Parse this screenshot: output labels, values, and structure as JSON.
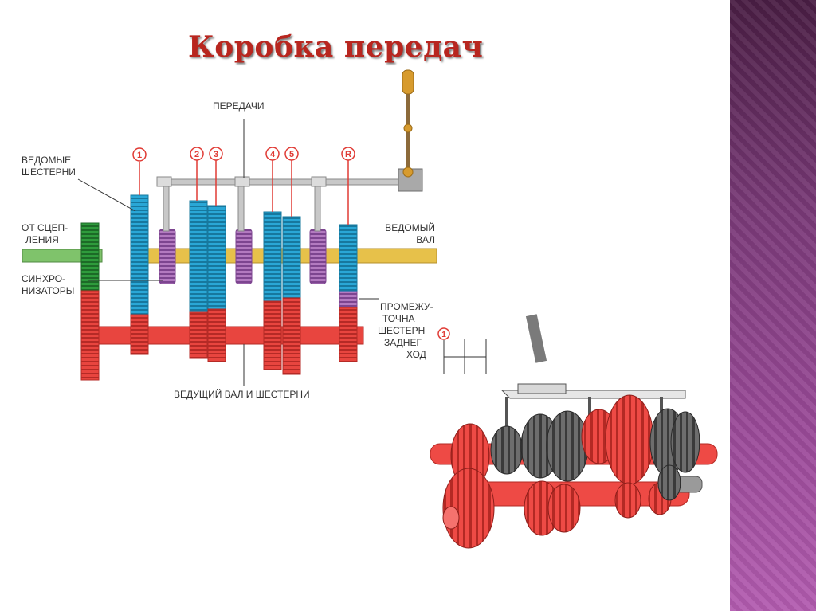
{
  "title": "Коробка передач",
  "labels": {
    "gears": "ПЕРЕДАЧИ",
    "driven_gears_1": "ВЕДОМЫЕ",
    "driven_gears_2": "ШЕСТЕРНИ",
    "from_clutch_1": "ОТ СЦЕП-",
    "from_clutch_2": "ЛЕНИЯ",
    "synchro_1": "СИНХРО-",
    "synchro_2": "НИЗАТОРЫ",
    "driven_shaft_1": "ВЕДОМЫЙ",
    "driven_shaft_2": "ВАЛ",
    "idler_1": "ПРОМЕЖУ-",
    "idler_2": "ТОЧНА",
    "idler_3": "ШЕСТЕРН",
    "idler_4": "ЗАДНЕГ",
    "idler_5": "ХОД",
    "drive_shaft": "ВЕДУЩИЙ ВАЛ И ШЕСТЕРНИ"
  },
  "gear_numbers": [
    "1",
    "2",
    "3",
    "4",
    "5",
    "R"
  ],
  "shift_pattern_number": "1",
  "colors": {
    "title": "#b8261f",
    "driven_gear": "#2aa7d6",
    "synchronizer": "#9b5aa8",
    "drive_gear": "#e8453f",
    "input_gear": "#2e9b3c",
    "driven_shaft": "#e7c14a",
    "input_shaft": "#7fc36b",
    "selector": "#b7b7b7",
    "lever": "#d79b2e",
    "accent_bar": "#8e3f8c"
  }
}
